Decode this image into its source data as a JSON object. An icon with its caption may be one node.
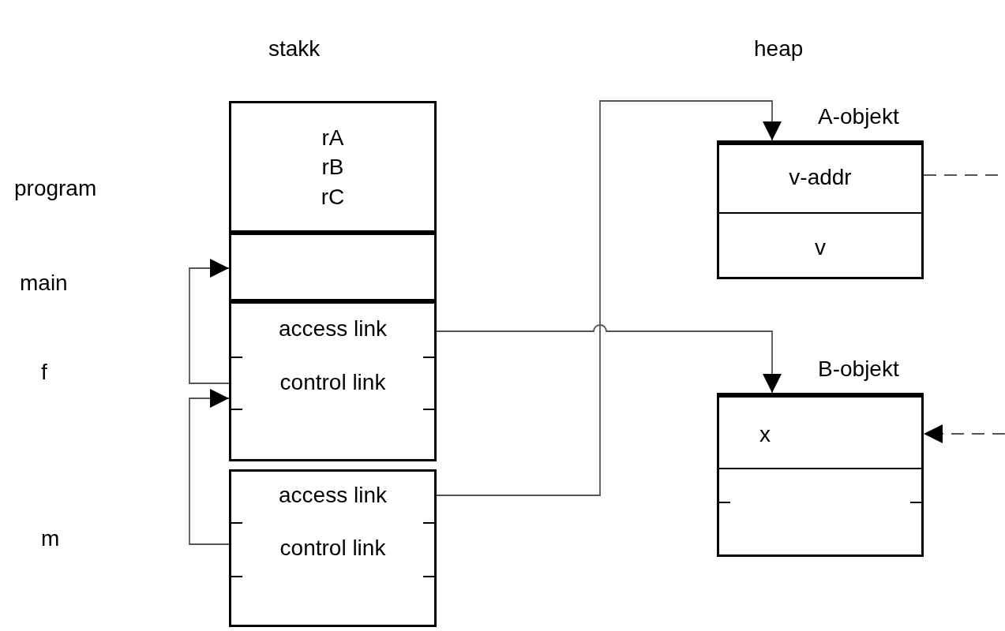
{
  "diagram": {
    "nodes": [
      {
        "text": [
          "rA",
          "rB",
          "rC"
        ]
      },
      {
        "text": [],
        "shape": "box"
      },
      {
        "text": [
          "access link",
          "control link"
        ]
      },
      {
        "text": [
          "access link",
          "control link"
        ]
      },
      {
        "text": [
          "A-objekt",
          "v-addr",
          "v"
        ]
      },
      {
        "text": [
          "B-objekt",
          "x"
        ]
      }
    ],
    "edges": [
      {
        "from": 2,
        "to": 1,
        "arrow": "to"
      },
      {
        "from": 3,
        "to": 2,
        "arrow": "to"
      },
      {
        "from": 2,
        "to": 5,
        "arrow": "to"
      },
      {
        "from": 3,
        "to": 4,
        "arrow": "to"
      },
      {
        "from": 4,
        "to": null,
        "arrow": "none",
        "style": "dashed"
      },
      {
        "from": null,
        "to": 5,
        "arrow": "to",
        "style": "dashed"
      }
    ],
    "labels": [
      "stakk",
      "heap",
      "program",
      "main",
      "f",
      "m"
    ]
  }
}
